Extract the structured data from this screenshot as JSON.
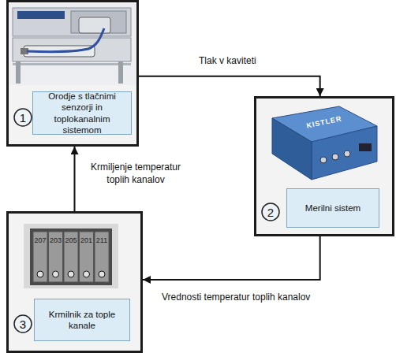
{
  "diagram": {
    "nodes": [
      {
        "text": []
      },
      {
        "text": [
          "Orodje s tlačnimi senzorji in toplokanalnim sistemom"
        ],
        "in": 0
      },
      {
        "text": [
          "1"
        ],
        "in": 0
      },
      {
        "text": []
      },
      {
        "text": [
          "Merilni sistem"
        ],
        "in": 3
      },
      {
        "text": [
          "2"
        ],
        "in": 3
      },
      {
        "text": []
      },
      {
        "text": [
          "Krmilnik za tople kanale"
        ],
        "in": 6
      },
      {
        "text": [
          "3"
        ],
        "in": 6
      }
    ],
    "edges": [
      {
        "from": 0,
        "to": 3,
        "arrow": "to",
        "label": "Tlak v kaviteti"
      },
      {
        "from": 3,
        "to": 6,
        "arrow": "to",
        "label": "Vrednosti temperatur toplih kanalov"
      },
      {
        "from": 6,
        "to": 0,
        "arrow": "to",
        "label": "Krmiljenje temperatur toplih kanalov"
      }
    ],
    "labels": [
      "KISTLER",
      "207",
      "203",
      "205",
      "201",
      "211"
    ]
  }
}
